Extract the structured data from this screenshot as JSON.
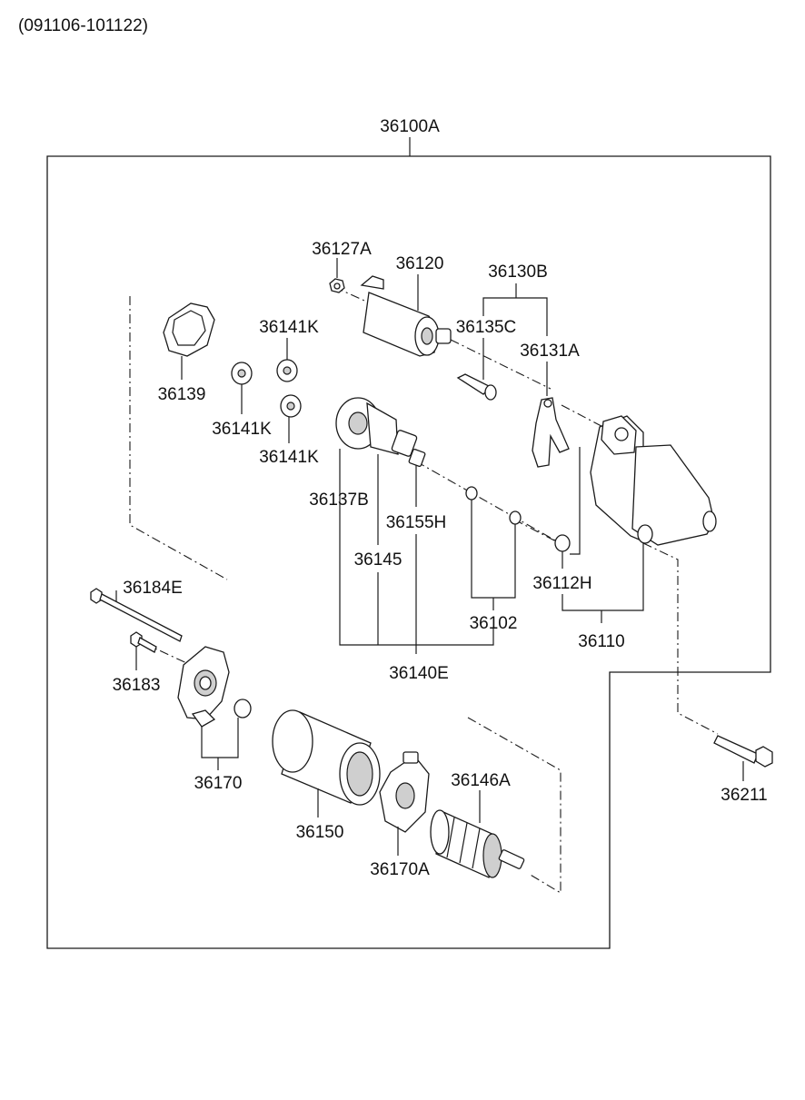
{
  "header": {
    "date_range": "(091106-101122)"
  },
  "diagram": {
    "assembly_label": "36100A",
    "parts": {
      "nut_36127A": "36127A",
      "solenoid_36120": "36120",
      "lever_set_36130B": "36130B",
      "plunger_36135C": "36135C",
      "lever_36131A": "36131A",
      "gear_36141K_top": "36141K",
      "gear_36141K_left": "36141K",
      "gear_36141K_bottom": "36141K",
      "cover_36139": "36139",
      "clutch_36137B": "36137B",
      "shaft_36155H": "36155H",
      "gear_36145": "36145",
      "ring_set_36102": "36102",
      "drive_set_36140E": "36140E",
      "bushing_36112H": "36112H",
      "housing_36110": "36110",
      "through_bolt_36184E": "36184E",
      "screw_36183": "36183",
      "end_frame_36170": "36170",
      "yoke_36150": "36150",
      "brush_holder_36170A": "36170A",
      "armature_36146A": "36146A",
      "mount_bolt_36211": "36211"
    }
  }
}
